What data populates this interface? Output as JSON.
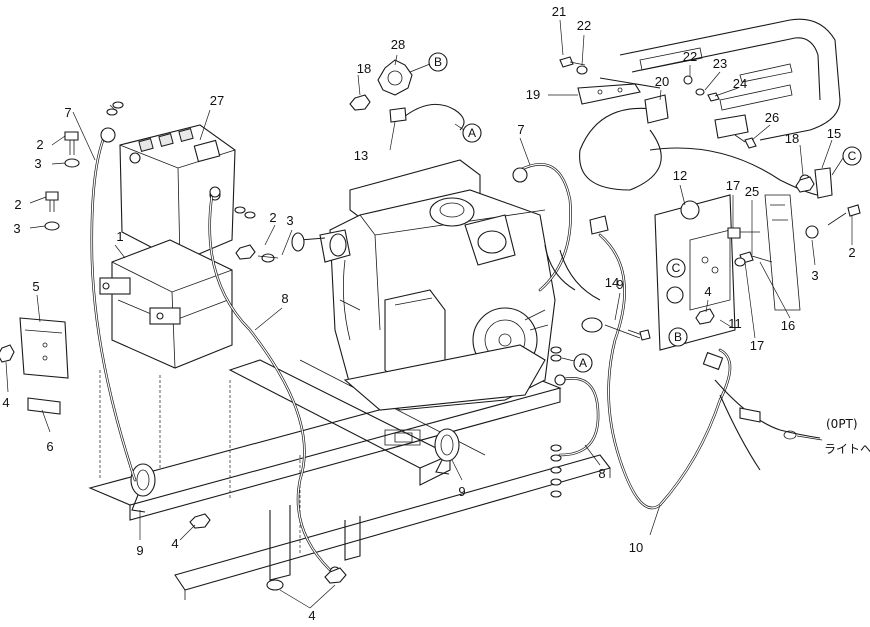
{
  "callouts": [
    "1",
    "2",
    "2",
    "2",
    "2",
    "3",
    "3",
    "3",
    "3",
    "4",
    "4",
    "4",
    "4",
    "5",
    "6",
    "7",
    "7",
    "8",
    "8",
    "9",
    "9",
    "9",
    "10",
    "11",
    "12",
    "13",
    "14",
    "15",
    "16",
    "17",
    "17",
    "18",
    "18",
    "19",
    "20",
    "21",
    "22",
    "22",
    "23",
    "24",
    "25",
    "26",
    "27",
    "28"
  ],
  "markers": [
    "A",
    "A",
    "B",
    "B",
    "C",
    "C"
  ],
  "note": {
    "line1": "(0PT)",
    "line2": "ライトへ"
  }
}
